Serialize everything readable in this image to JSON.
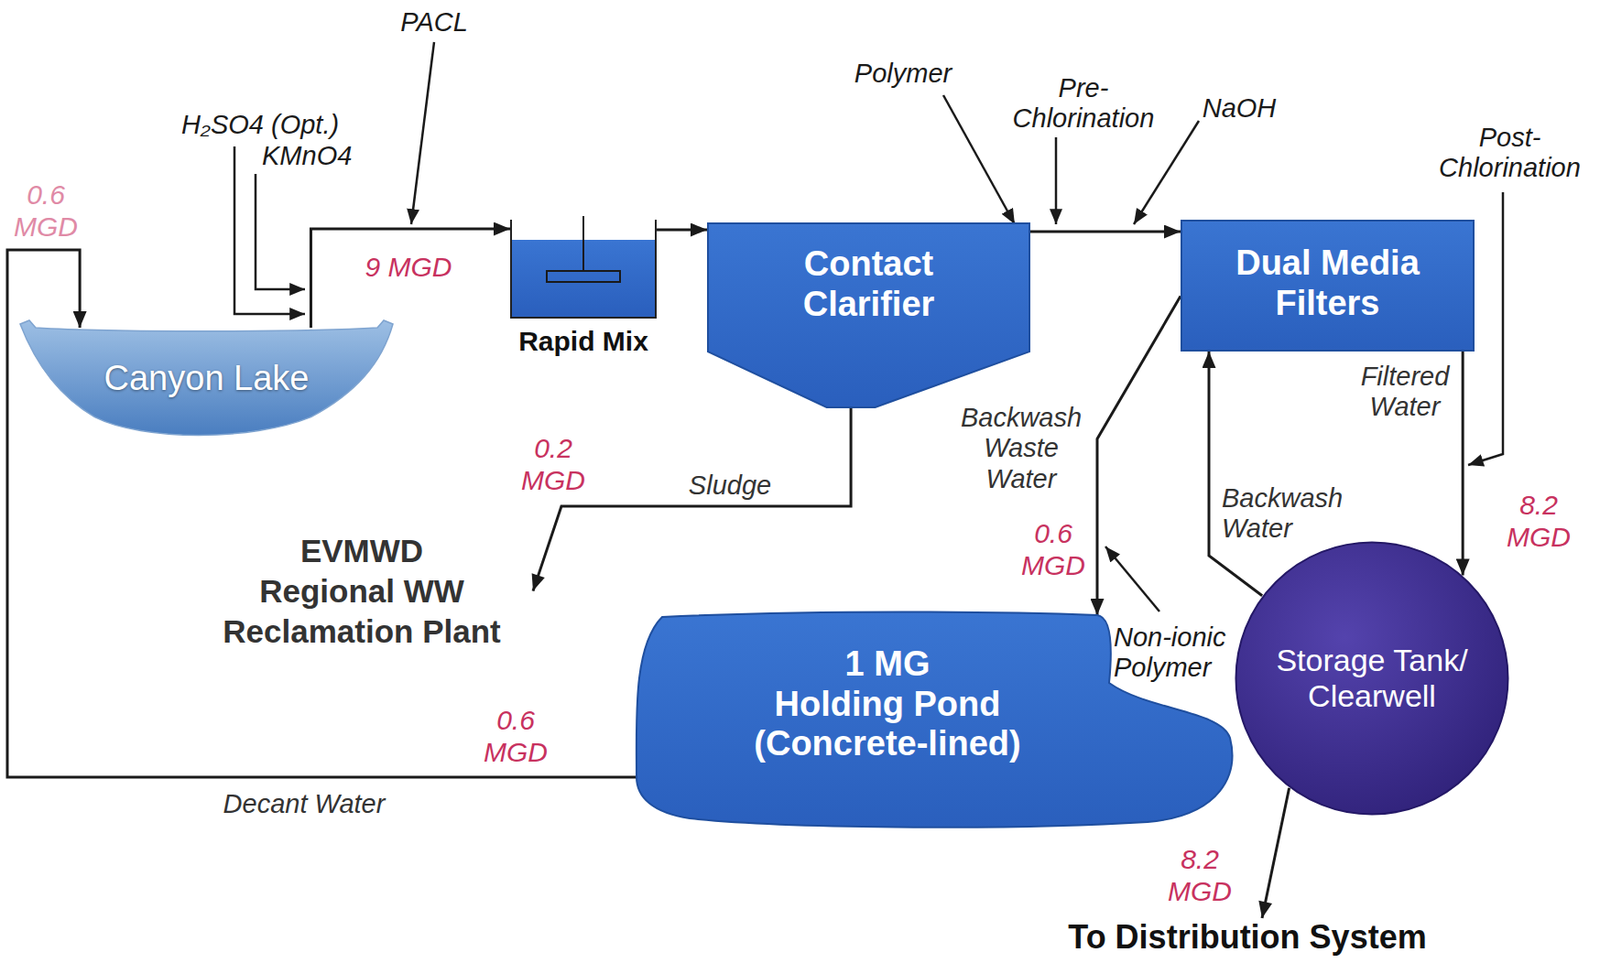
{
  "diagram": {
    "nodes": [
      {
        "text": [
          "Canyon Lake"
        ]
      },
      {
        "text": [
          "Rapid Mix"
        ]
      },
      {
        "text": [
          "Contact Clarifier"
        ]
      },
      {
        "text": [
          "Dual Media Filters"
        ]
      },
      {
        "text": [
          "EVMWD",
          "Regional WW Reclamation Plant"
        ]
      },
      {
        "text": [
          "1 MG",
          "Holding Pond (Concrete-lined)"
        ]
      },
      {
        "text": [
          "Storage Tank/ Clearwell"
        ]
      },
      {
        "text": [
          "To Distribution System"
        ]
      }
    ],
    "edges": [
      {
        "from": 0,
        "to": 1,
        "arrow": "to",
        "label": "9 MGD"
      },
      {
        "from": 1,
        "to": 2,
        "arrow": "to"
      },
      {
        "from": 2,
        "to": 3,
        "arrow": "to"
      },
      {
        "from": 2,
        "to": 4,
        "arrow": "to",
        "label": "Sludge"
      },
      {
        "from": 3,
        "to": 5,
        "arrow": "to",
        "label": "Backwash Waste Water"
      },
      {
        "from": 5,
        "to": 0,
        "arrow": "to",
        "label": "Decant Water"
      },
      {
        "from": 3,
        "to": 6,
        "arrow": "to",
        "label": "Filtered Water"
      },
      {
        "from": 6,
        "to": 3,
        "arrow": "to",
        "label": "Backwash Water"
      },
      {
        "from": 6,
        "to": 7,
        "arrow": "to",
        "label": "8.2 MGD"
      }
    ],
    "labels": [
      "PACL",
      "H₂SO4 (Opt.)",
      "KMnO4",
      "0.6 MGD",
      "Polymer",
      "Pre- Chlorination",
      "NaOH",
      "Post- Chlorination",
      "0.2 MGD",
      "0.6 MGD",
      "Non-ionic Polymer",
      "8.2 MGD",
      "0.6 MGD"
    ]
  }
}
